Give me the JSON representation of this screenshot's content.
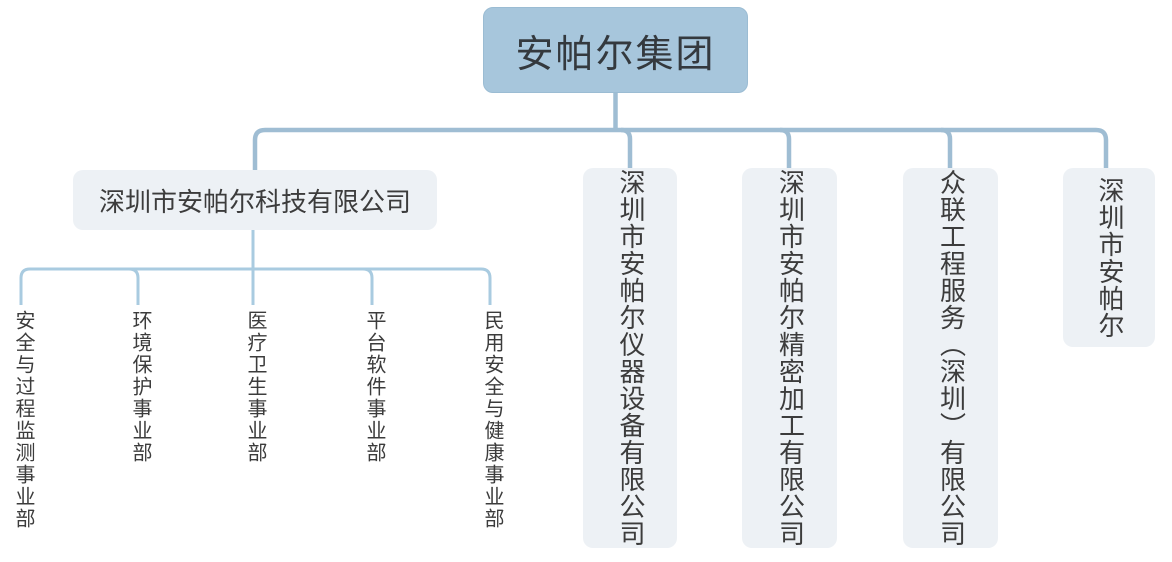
{
  "colors": {
    "root_fill": "#a7c6dc",
    "root_border": "#9bbcd3",
    "node_fill": "#edf1f5",
    "connector_primary": "#9fbdd3",
    "connector_secondary": "#a9cbe0",
    "text": "#3c3c3c"
  },
  "org": {
    "root": {
      "label": "安帕尔集团"
    },
    "subsidiaries": [
      {
        "label": "深圳市安帕尔科技有限公司",
        "departments": [
          {
            "label": "安全与过程监测事业部"
          },
          {
            "label": "环境保护事业部"
          },
          {
            "label": "医疗卫生事业部"
          },
          {
            "label": "平台软件事业部"
          },
          {
            "label": "民用安全与健康事业部"
          }
        ]
      },
      {
        "label": "深圳市安帕尔仪器设备有限公司"
      },
      {
        "label": "深圳市安帕尔精密加工有限公司"
      },
      {
        "label": "众联工程服务（深圳）有限公司"
      },
      {
        "label": "深圳市安帕尔"
      }
    ]
  }
}
